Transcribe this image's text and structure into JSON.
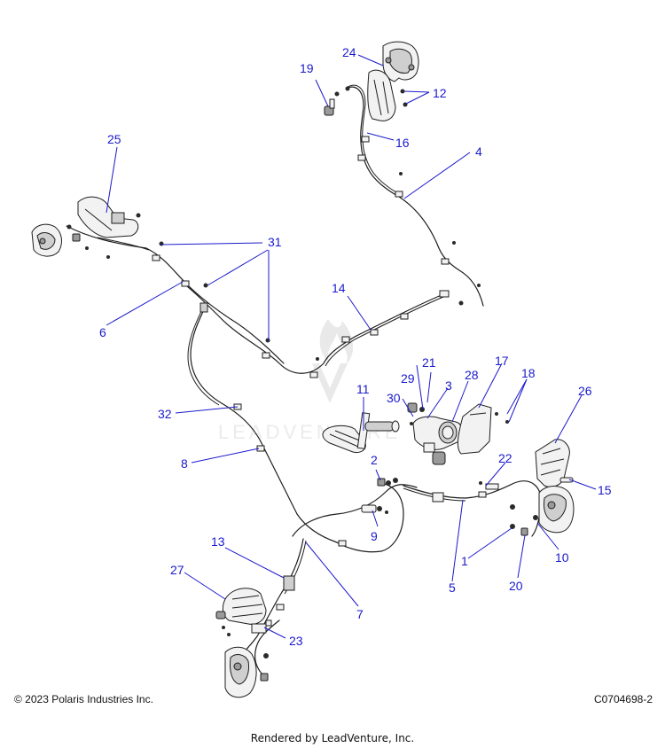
{
  "watermark": {
    "text": "LEADVENTURE"
  },
  "callouts": [
    {
      "id": "1",
      "label": "1"
    },
    {
      "id": "2",
      "label": "2"
    },
    {
      "id": "3",
      "label": "3"
    },
    {
      "id": "4",
      "label": "4"
    },
    {
      "id": "5",
      "label": "5"
    },
    {
      "id": "6",
      "label": "6"
    },
    {
      "id": "7",
      "label": "7"
    },
    {
      "id": "8",
      "label": "8"
    },
    {
      "id": "9",
      "label": "9"
    },
    {
      "id": "10",
      "label": "10"
    },
    {
      "id": "11",
      "label": "11"
    },
    {
      "id": "12",
      "label": "12"
    },
    {
      "id": "13",
      "label": "13"
    },
    {
      "id": "14",
      "label": "14"
    },
    {
      "id": "15",
      "label": "15"
    },
    {
      "id": "16",
      "label": "16"
    },
    {
      "id": "17",
      "label": "17"
    },
    {
      "id": "18",
      "label": "18"
    },
    {
      "id": "19",
      "label": "19"
    },
    {
      "id": "20",
      "label": "20"
    },
    {
      "id": "21",
      "label": "21"
    },
    {
      "id": "22",
      "label": "22"
    },
    {
      "id": "23",
      "label": "23"
    },
    {
      "id": "24",
      "label": "24"
    },
    {
      "id": "25",
      "label": "25"
    },
    {
      "id": "26",
      "label": "26"
    },
    {
      "id": "27",
      "label": "27"
    },
    {
      "id": "28",
      "label": "28"
    },
    {
      "id": "29",
      "label": "29"
    },
    {
      "id": "30",
      "label": "30"
    },
    {
      "id": "31",
      "label": "31"
    },
    {
      "id": "32",
      "label": "32"
    }
  ],
  "footer": {
    "copyright": "© 2023 Polaris Industries Inc.",
    "drawing_code": "C0704698-2",
    "rendered_by": "Rendered by LeadVenture, Inc."
  },
  "colors": {
    "callout": "#1a1acc",
    "linework": "#1e1e1e"
  }
}
